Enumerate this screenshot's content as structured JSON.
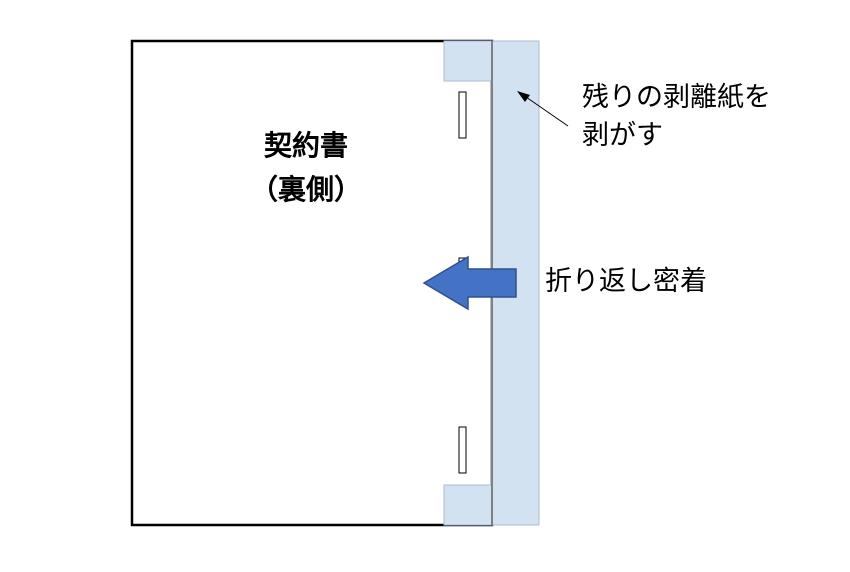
{
  "document": {
    "title": "契約書",
    "subtitle": "（裏側）"
  },
  "annotations": {
    "peel_line1": "残りの剥離紙を",
    "peel_line2": "剥がす",
    "fold": "折り返し密着"
  },
  "colors": {
    "tape": "#d3e2f1",
    "tape_border": "#a8bcd6",
    "arrow": "#4472c4",
    "arrow_border": "#2f528f",
    "outline": "#000000"
  }
}
